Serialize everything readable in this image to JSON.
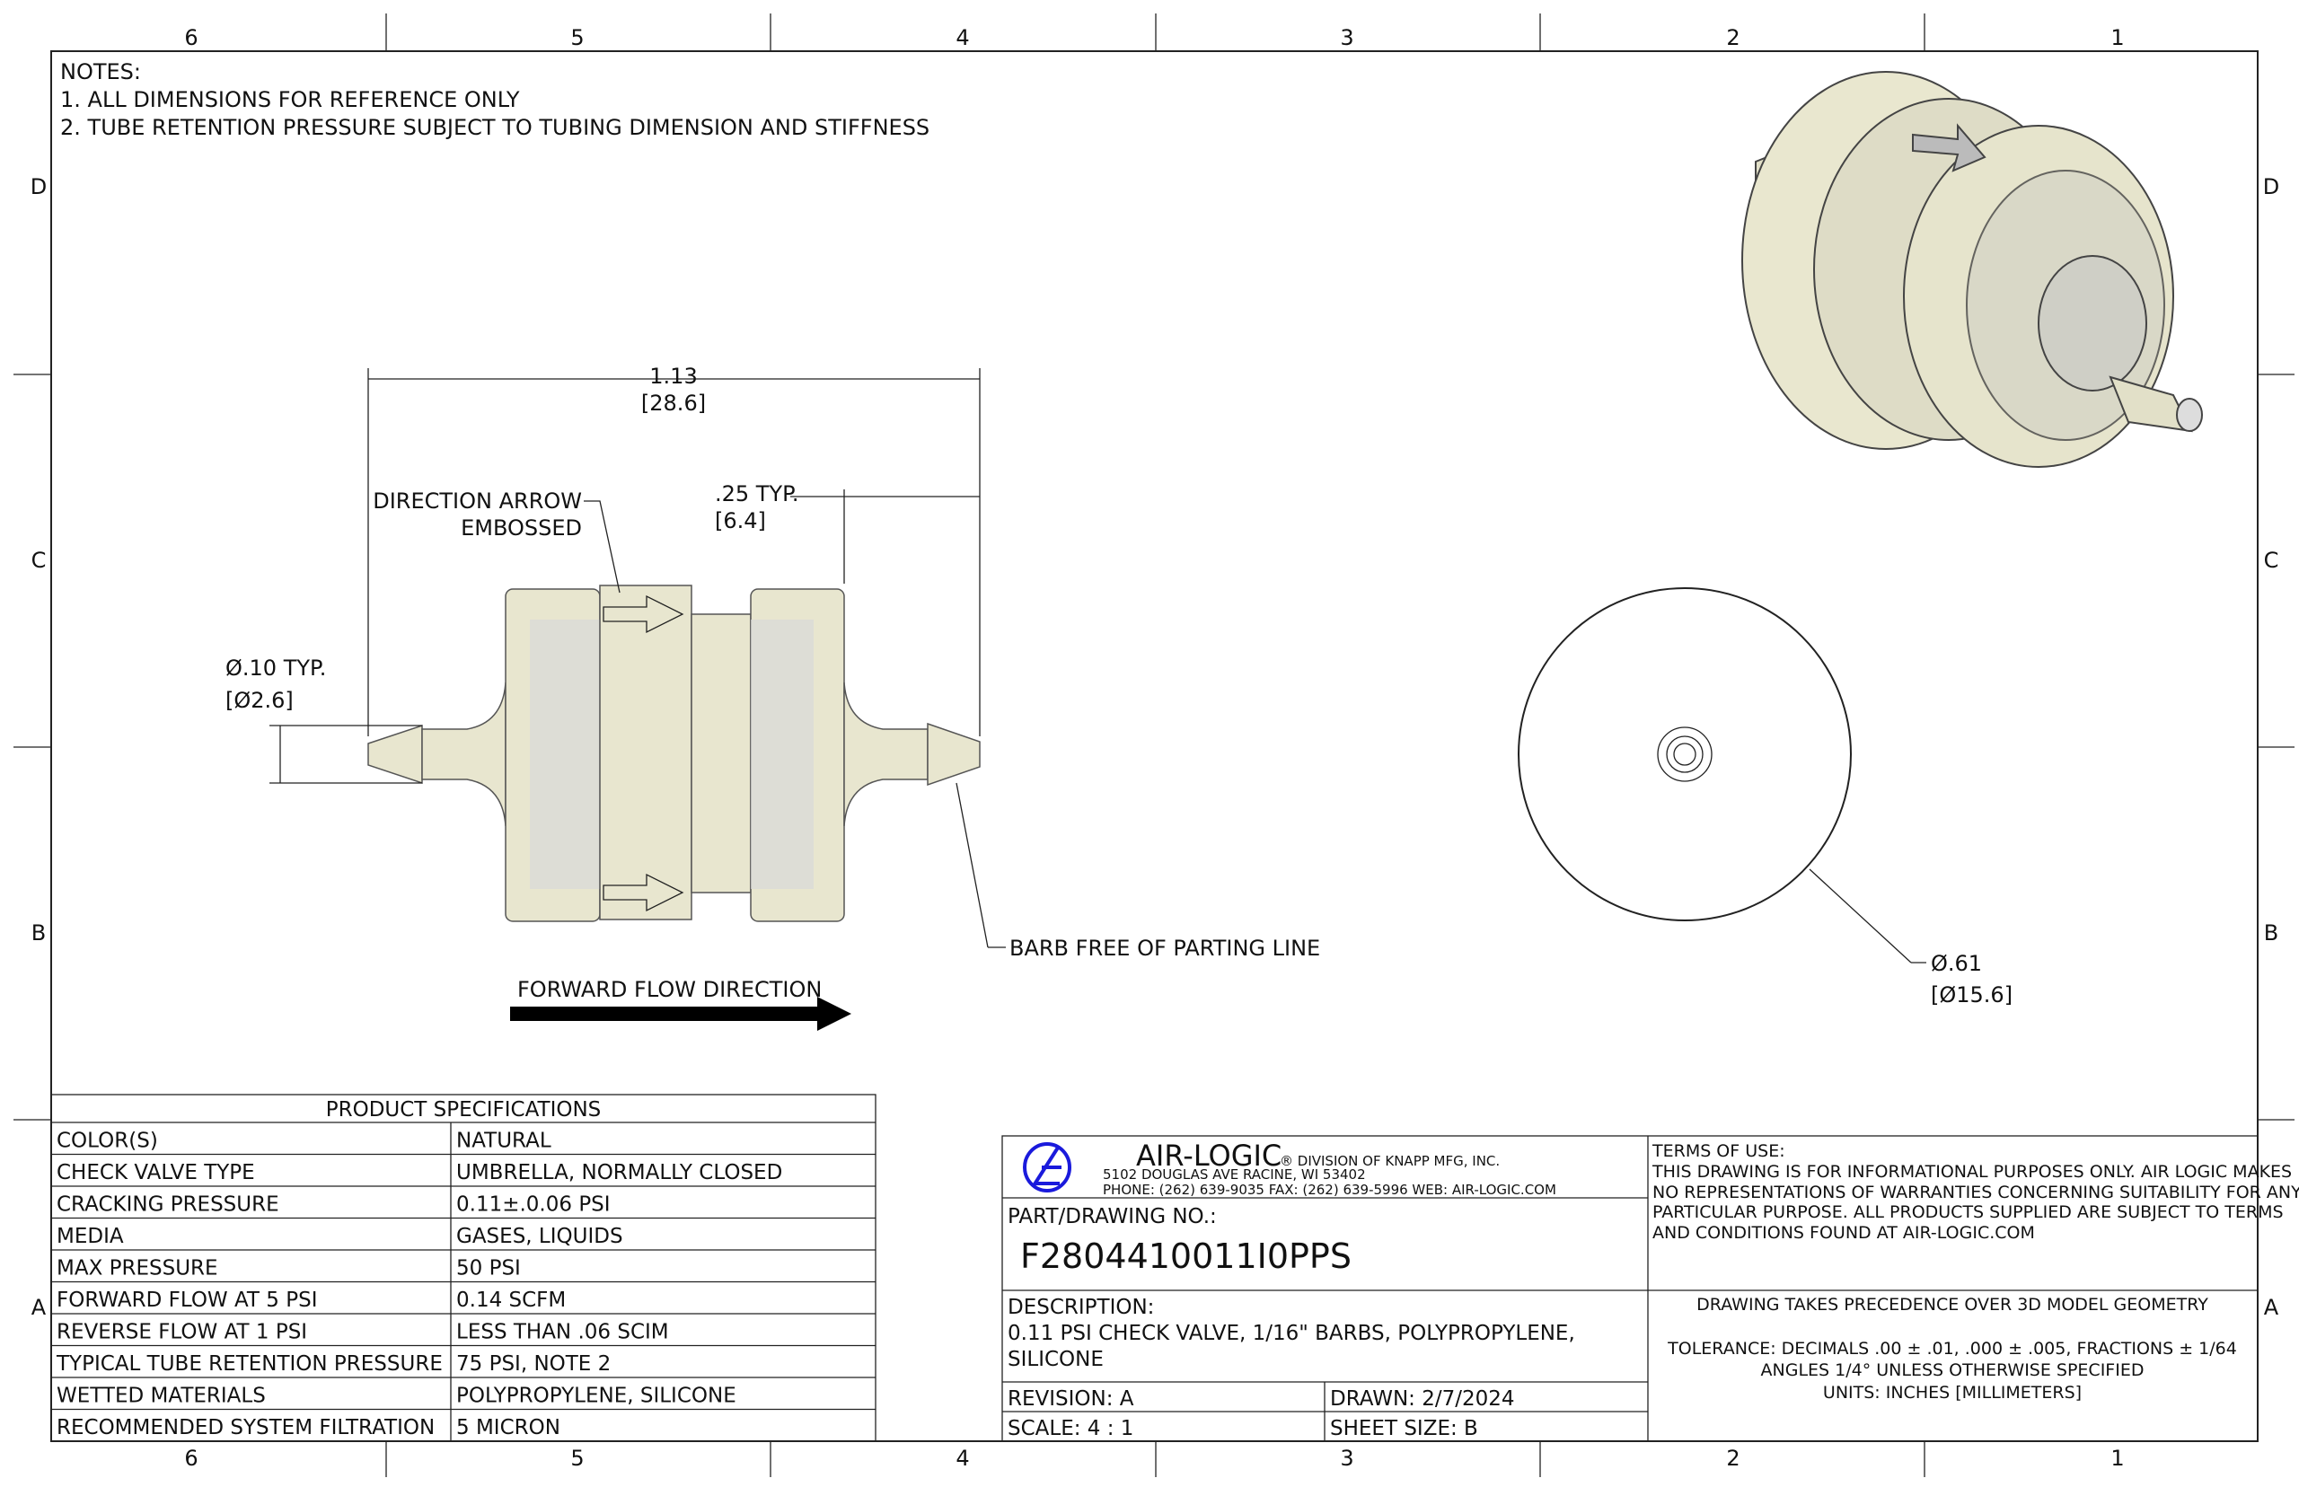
{
  "border": {
    "columns": [
      "6",
      "5",
      "4",
      "3",
      "2",
      "1"
    ],
    "rows": [
      "D",
      "C",
      "B",
      "A"
    ]
  },
  "notes": {
    "title": "NOTES:",
    "items": [
      "1. ALL DIMENSIONS FOR REFERENCE ONLY",
      "2. TUBE RETENTION PRESSURE SUBJECT TO TUBING DIMENSION AND STIFFNESS"
    ]
  },
  "dimensions": {
    "length": {
      "in": "1.13",
      "mm": "[28.6]"
    },
    "barb_length": {
      "in": ".25  TYP.",
      "mm": "[6.4]"
    },
    "barb_dia": {
      "in": "Ø.10  TYP.",
      "mm": "[Ø2.6]"
    },
    "body_dia": {
      "in": "Ø.61",
      "mm": "[Ø15.6]"
    }
  },
  "callouts": {
    "arrow_line1": "DIRECTION ARROW",
    "arrow_line2": "EMBOSSED",
    "barb": "BARB FREE OF PARTING LINE",
    "flow": "FORWARD FLOW DIRECTION"
  },
  "specs": {
    "title": "PRODUCT SPECIFICATIONS",
    "rows": [
      [
        "COLOR(S)",
        "NATURAL"
      ],
      [
        "CHECK VALVE TYPE",
        "UMBRELLA, NORMALLY CLOSED"
      ],
      [
        "CRACKING PRESSURE",
        "0.11±.0.06 PSI"
      ],
      [
        "MEDIA",
        "GASES, LIQUIDS"
      ],
      [
        "MAX PRESSURE",
        "50 PSI"
      ],
      [
        "FORWARD FLOW AT 5 PSI",
        "0.14 SCFM"
      ],
      [
        "REVERSE FLOW AT 1 PSI",
        "LESS THAN .06 SCIM"
      ],
      [
        "TYPICAL TUBE RETENTION PRESSURE",
        "75 PSI, NOTE 2"
      ],
      [
        "WETTED MATERIALS",
        "POLYPROPYLENE, SILICONE"
      ],
      [
        "RECOMMENDED SYSTEM FILTRATION",
        "5 MICRON"
      ]
    ]
  },
  "title_block": {
    "company": "AIR-LOGIC",
    "division": "® DIVISION OF KNAPP MFG, INC.",
    "address": "5102 DOUGLAS AVE  RACINE, WI 53402",
    "contact": "PHONE: (262) 639-9035  FAX: (262) 639-5996  WEB: AIR-LOGIC.COM",
    "logo_color": "#1a1adc",
    "part_label": "PART/DRAWING NO.:",
    "part_no": "F2804410011I0PPS",
    "desc_label": "DESCRIPTION:",
    "desc_line1": "0.11 PSI CHECK VALVE, 1/16\" BARBS, POLYPROPYLENE,",
    "desc_line2": "SILICONE",
    "revision": "REVISION: A",
    "drawn": "DRAWN: 2/7/2024",
    "scale": "SCALE: 4 : 1",
    "sheet": "SHEET SIZE: B",
    "terms_title": "TERMS OF USE:",
    "terms": [
      "THIS DRAWING IS FOR INFORMATIONAL PURPOSES ONLY. AIR LOGIC MAKES",
      "NO REPRESENTATIONS OF WARRANTIES CONCERNING SUITABILITY FOR ANY",
      "PARTICULAR PURPOSE. ALL PRODUCTS SUPPLIED ARE SUBJECT TO TERMS",
      "AND CONDITIONS FOUND AT AIR-LOGIC.COM"
    ],
    "precedence": "DRAWING TAKES PRECEDENCE OVER 3D MODEL GEOMETRY",
    "tolerance": [
      "TOLERANCE: DECIMALS .00 ± .01, .000 ± .005, FRACTIONS ± 1/64",
      "ANGLES 1/4° UNLESS OTHERWISE SPECIFIED",
      "UNITS: INCHES [MILLIMETERS]"
    ]
  }
}
